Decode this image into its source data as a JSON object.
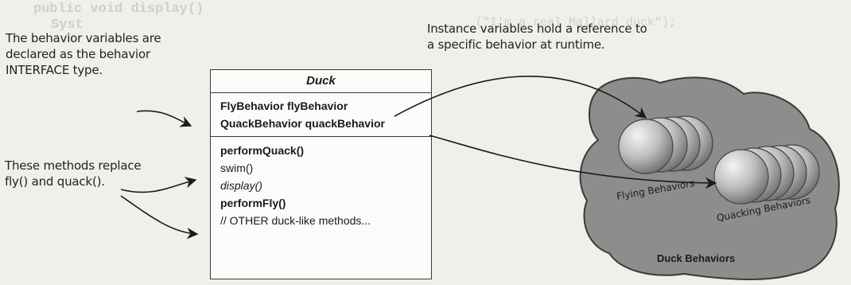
{
  "annotations": {
    "interface_note": "The behavior variables are\ndeclared as the behavior\nINTERFACE type.",
    "instance_note": "Instance variables hold a reference to\na specific behavior at runtime.",
    "methods_note": "These methods replace\nfly() and quack()."
  },
  "duck_class": {
    "name": "Duck",
    "fields": [
      "FlyBehavior flyBehavior",
      "QuackBehavior quackBehavior"
    ],
    "methods": [
      {
        "text": "performQuack()",
        "style": "bold"
      },
      {
        "text": "swim()",
        "style": "normal"
      },
      {
        "text": "display()",
        "style": "italic"
      },
      {
        "text": "performFly()",
        "style": "bold"
      },
      {
        "text": "// OTHER duck-like methods...",
        "style": "normal"
      }
    ]
  },
  "behavior_cloud": {
    "title": "Duck Behaviors",
    "flying_label": "Flying Behaviors",
    "quacking_label": "Quacking Behaviors"
  },
  "background_text": {
    "line1": "public void display()",
    "line2": "Syst",
    "line3": "(\"I'm a real Mallard duck\");"
  },
  "colors": {
    "page": "#f1efe9",
    "cloud_fill": "#8d8d8d",
    "sphere_light": "#e8e8e8",
    "sphere_dark": "#6f6f6f",
    "ink": "#1b1b1b"
  }
}
